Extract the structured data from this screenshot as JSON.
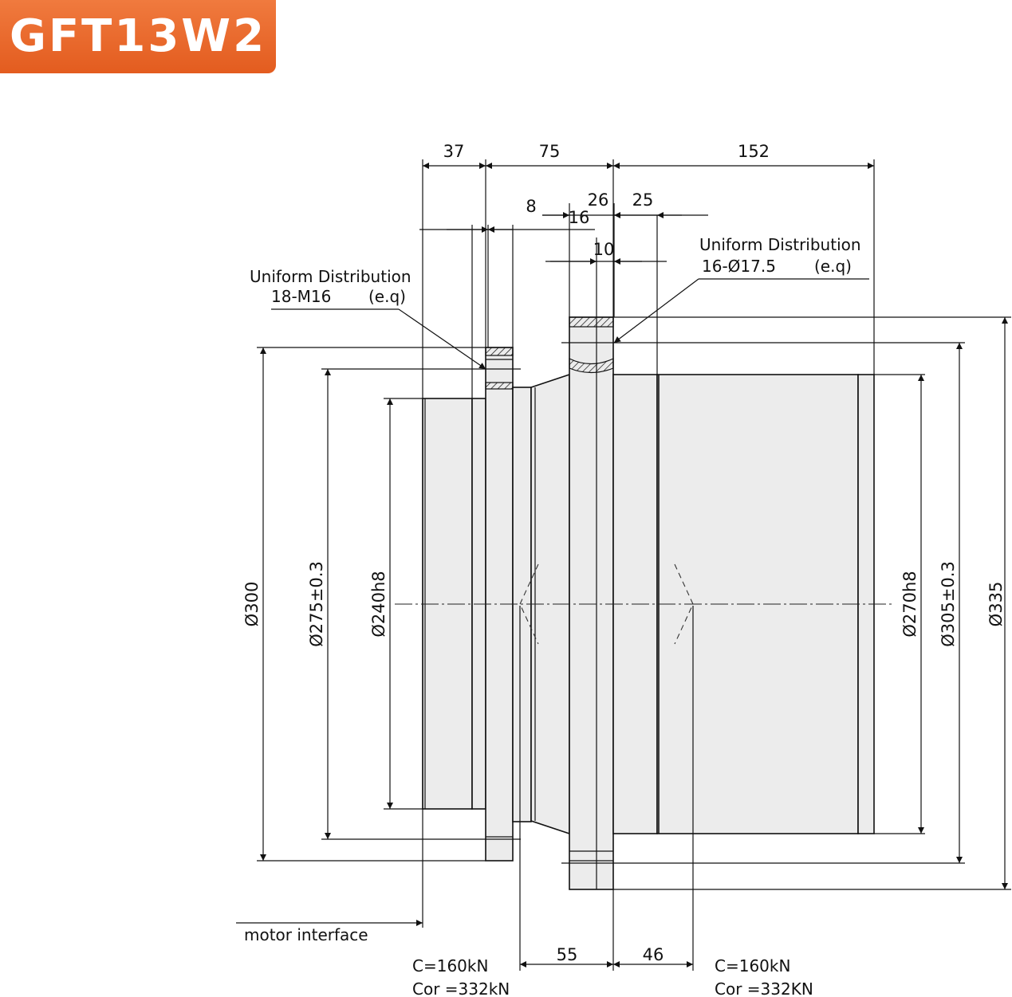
{
  "model": "GFT13W2",
  "colors": {
    "badge": "#e8652a",
    "body_fill": "#ececec",
    "line": "#111111"
  },
  "dimensions": {
    "top": [
      "37",
      "75",
      "152"
    ],
    "second_row": [
      "8",
      "16",
      "26",
      "25"
    ],
    "third_row": "10",
    "left_diameters": [
      "Ø300",
      "Ø275±0.3",
      "Ø240h8"
    ],
    "right_diameters": [
      "Ø270h8",
      "Ø305±0.3",
      "Ø335"
    ],
    "bottom": [
      "55",
      "46"
    ]
  },
  "notes": {
    "left_holes": {
      "line1": "Uniform Distribution",
      "line2": "18-M16",
      "line3": "(e.q)"
    },
    "right_holes": {
      "line1": "Uniform Distribution",
      "line2": "16-Ø17.5",
      "line3": "(e.q)"
    },
    "motor_interface": "motor  interface",
    "left_bearing": {
      "c": "C=160kN",
      "cor": "Cor =332kN"
    },
    "right_bearing": {
      "c": "C=160kN",
      "cor": "Cor =332KN"
    }
  }
}
